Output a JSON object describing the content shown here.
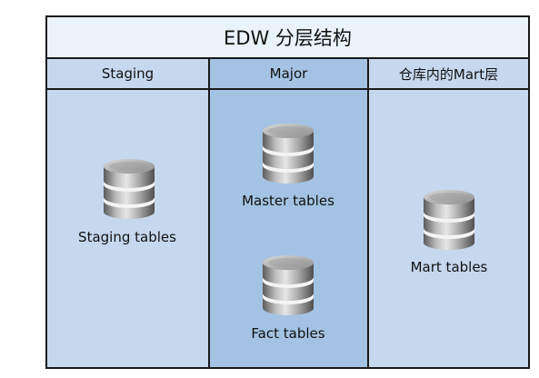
{
  "title": "EDW 分层结构",
  "columns": [
    {
      "header": "Staging",
      "items": [
        {
          "label": "Staging tables",
          "icon": "database-icon"
        }
      ]
    },
    {
      "header": "Major",
      "items": [
        {
          "label": "Master tables",
          "icon": "database-icon"
        },
        {
          "label": "Fact tables",
          "icon": "database-icon"
        }
      ]
    },
    {
      "header": "仓库内的Mart层",
      "items": [
        {
          "label": "Mart tables",
          "icon": "database-icon"
        }
      ]
    }
  ],
  "colors": {
    "frame_border": "#1a1a1a",
    "title_background": "#eaf2fb",
    "column_light": "#c5d8ee",
    "column_dark": "#a4c3e4",
    "database_gray": "#9a9a9a"
  }
}
